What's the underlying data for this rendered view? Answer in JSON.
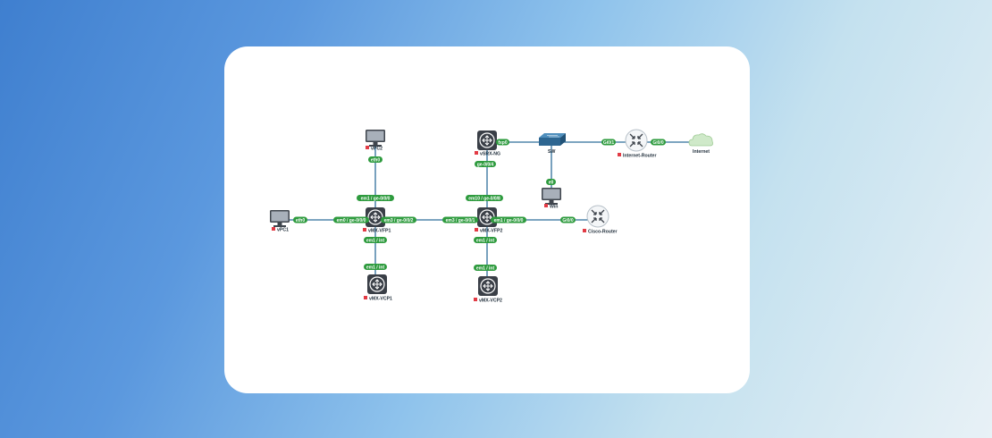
{
  "nodes": {
    "vpc2": {
      "label": "vPC2",
      "icon": "pc-icon"
    },
    "vpc1": {
      "label": "vPC1",
      "icon": "pc-icon"
    },
    "vmx_vfp1": {
      "label": "vMX-VFP1",
      "icon": "juniper-router-icon"
    },
    "vmx_vcp1": {
      "label": "vMX-VCP1",
      "icon": "juniper-router-icon"
    },
    "vsrx_ng": {
      "label": "vSRX-NG",
      "icon": "juniper-router-icon"
    },
    "sw": {
      "label": "SW",
      "icon": "switch-icon"
    },
    "win": {
      "label": "Win",
      "icon": "pc-icon"
    },
    "vmx_vfp2": {
      "label": "vMX-VFP2",
      "icon": "juniper-router-icon"
    },
    "vmx_vcp2": {
      "label": "vMX-VCP2",
      "icon": "juniper-router-icon"
    },
    "cisco_router": {
      "label": "Cisco-Router",
      "icon": "router-icon"
    },
    "internet_router": {
      "label": "Internet-Router",
      "icon": "router-icon"
    },
    "internet": {
      "label": "Internet",
      "icon": "cloud-icon"
    }
  },
  "ports": {
    "vpc2_eth0": "eth0",
    "vfp1_top": "em1 / ge-0/0/0",
    "vpc1_eth0": "eth0",
    "vfp1_left": "em0 / ge-0/0/0",
    "vfp1_right": "em3 / ge-0/0/2",
    "vfp1_bottom": "em1 / int",
    "vcp1_top": "em1 / int",
    "vsrx_right": "fxp0",
    "vsrx_bottom": "ge-0/0/4",
    "vfp2_top": "em10 / ge-0/0/8",
    "vfp2_left": "em3 / ge-0/0/1",
    "vfp2_right": "em1 / ge-0/0/0",
    "vfp2_bottom": "em1 / int",
    "vcp2_top": "em1 / int",
    "sw_right": "Gi0/1",
    "win_top": "e0",
    "cisco_left": "Gi0/0",
    "inet_router_right": "Gi0/0"
  },
  "colors": {
    "link": "#2f6e9a",
    "port_pill": "#2e9b3e",
    "status": "#e23b45",
    "card": "#ffffff"
  }
}
